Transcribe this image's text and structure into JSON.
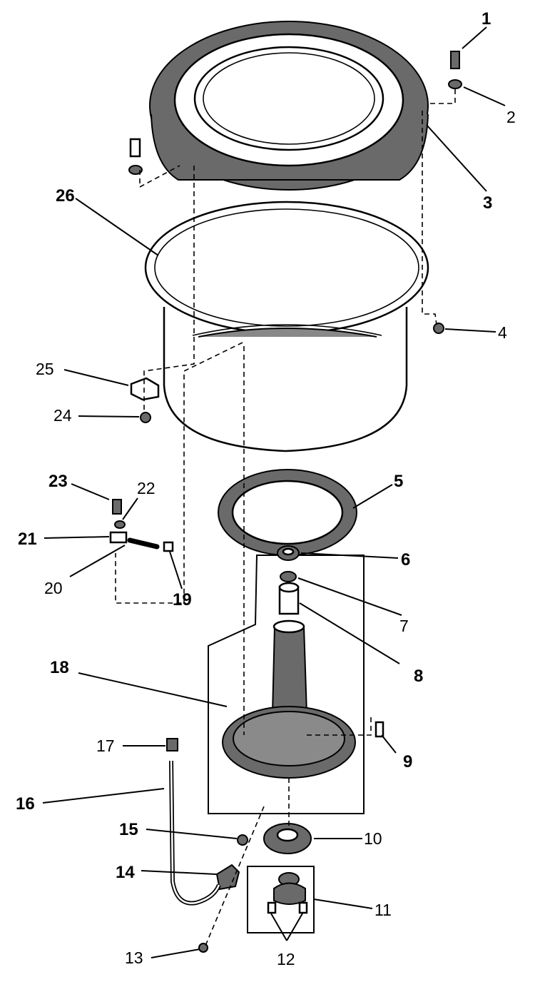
{
  "diagram": {
    "callouts": [
      {
        "id": "1",
        "text": "1"
      },
      {
        "id": "2",
        "text": "2"
      },
      {
        "id": "3",
        "text": "3"
      },
      {
        "id": "4",
        "text": "4"
      },
      {
        "id": "5",
        "text": "5"
      },
      {
        "id": "6",
        "text": "6"
      },
      {
        "id": "7",
        "text": "7"
      },
      {
        "id": "8",
        "text": "8"
      },
      {
        "id": "9",
        "text": "9"
      },
      {
        "id": "10",
        "text": "10"
      },
      {
        "id": "11",
        "text": "11"
      },
      {
        "id": "12",
        "text": "12"
      },
      {
        "id": "13",
        "text": "13"
      },
      {
        "id": "14",
        "text": "14"
      },
      {
        "id": "15",
        "text": "15"
      },
      {
        "id": "16",
        "text": "16"
      },
      {
        "id": "17",
        "text": "17"
      },
      {
        "id": "18",
        "text": "18"
      },
      {
        "id": "19",
        "text": "19"
      },
      {
        "id": "20",
        "text": "20"
      },
      {
        "id": "21",
        "text": "21"
      },
      {
        "id": "22",
        "text": "22"
      },
      {
        "id": "23",
        "text": "23"
      },
      {
        "id": "24",
        "text": "24"
      },
      {
        "id": "25",
        "text": "25"
      },
      {
        "id": "26",
        "text": "26"
      }
    ]
  }
}
